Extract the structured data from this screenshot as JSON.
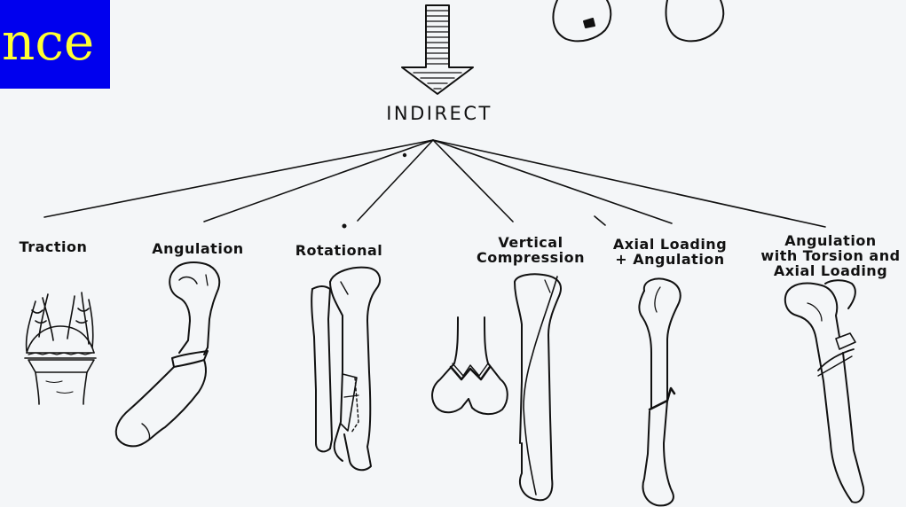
{
  "slide": {
    "title_fragment": "nce",
    "title_bg": "#0000ee",
    "title_color": "#ffff33"
  },
  "diagram": {
    "root": "INDIRECT",
    "branches": [
      {
        "line1": "Traction",
        "line2": "",
        "line3": ""
      },
      {
        "line1": "Angulation",
        "line2": "",
        "line3": ""
      },
      {
        "line1": "Rotational",
        "line2": "",
        "line3": ""
      },
      {
        "line1": "Vertical",
        "line2": "Compression",
        "line3": ""
      },
      {
        "line1": "Axial Loading",
        "line2": "+ Angulation",
        "line3": ""
      },
      {
        "line1": "Angulation",
        "line2": "with Torsion and",
        "line3": "Axial Loading"
      }
    ]
  }
}
